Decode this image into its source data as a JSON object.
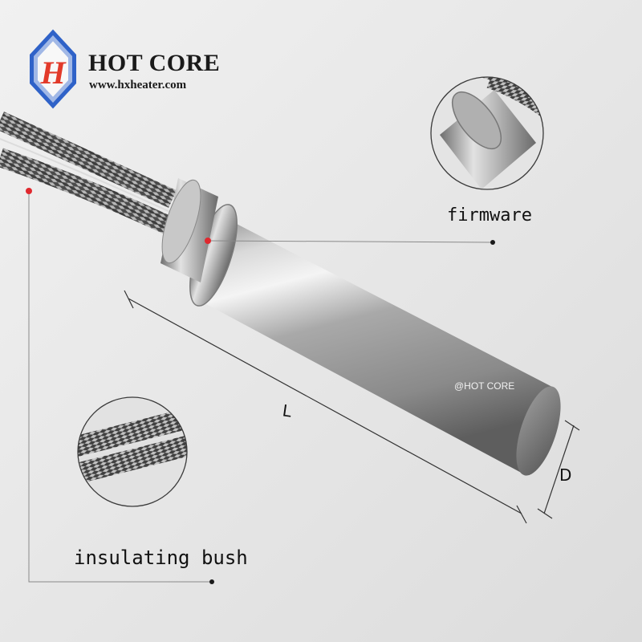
{
  "brand": {
    "logo_letter": "H",
    "name": "HOT CORE",
    "url": "www.hxheater.com",
    "colors": {
      "hexagon_blue": "#2f62c8",
      "letter_red": "#e23a2a"
    }
  },
  "labels": {
    "firmware": "firmware",
    "insulating_bush": "insulating bush",
    "length": "L",
    "diameter": "D"
  },
  "watermark": "@HOT CORE",
  "colors": {
    "marker_red": "#e0282e",
    "leader_line": "#8a8a8a"
  }
}
